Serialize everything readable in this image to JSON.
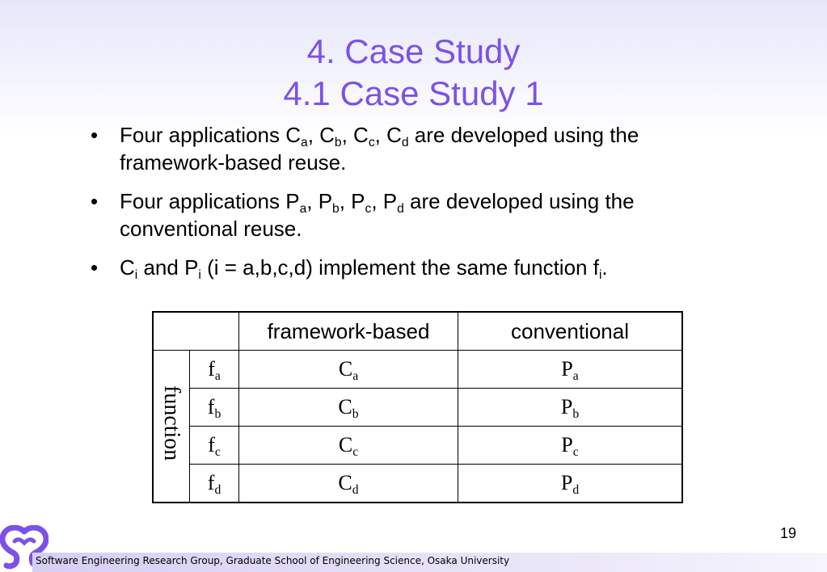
{
  "title": {
    "line1": "4. Case Study",
    "line2": "4.1 Case Study 1"
  },
  "bullets": {
    "b1": {
      "t1": "Four applications C",
      "s1": "a",
      "t2": ", C",
      "s2": "b",
      "t3": ", C",
      "s3": "c",
      "t4": ", C",
      "s4": "d",
      "t5": " are developed using the framework-based reuse."
    },
    "b2": {
      "t1": "Four applications P",
      "s1": "a",
      "t2": ", P",
      "s2": "b",
      "t3": ", P",
      "s3": "c",
      "t4": ", P",
      "s4": "d",
      "t5": " are developed using the  conventional reuse."
    },
    "b3": {
      "t1": "C",
      "s1": "i",
      "t2": " and P",
      "s2": "i",
      "t3": " (i = a,b,c,d) implement the same function f",
      "s3": "i",
      "t4": "."
    }
  },
  "table": {
    "headers": {
      "framework": "framework-based",
      "conventional": "conventional"
    },
    "row_group_label": "function",
    "rows": [
      {
        "f": "f",
        "fs": "a",
        "c": "C",
        "cs": "a",
        "p": "P",
        "ps": "a"
      },
      {
        "f": "f",
        "fs": "b",
        "c": "C",
        "cs": "b",
        "p": "P",
        "ps": "b"
      },
      {
        "f": "f",
        "fs": "c",
        "c": "C",
        "cs": "c",
        "p": "P",
        "ps": "c"
      },
      {
        "f": "f",
        "fs": "d",
        "c": "C",
        "cs": "d",
        "p": "P",
        "ps": "d"
      }
    ]
  },
  "page_number": "19",
  "footer": "Software Engineering Research Group, Graduate School of Engineering Science, Osaka University",
  "colors": {
    "title": "#7b52e8",
    "logo": "#7b52e8",
    "footer_band": "#d6cff3"
  },
  "icons": {
    "logo": "osaka-university-logo-icon",
    "bullet": "bullet-dot-icon"
  }
}
